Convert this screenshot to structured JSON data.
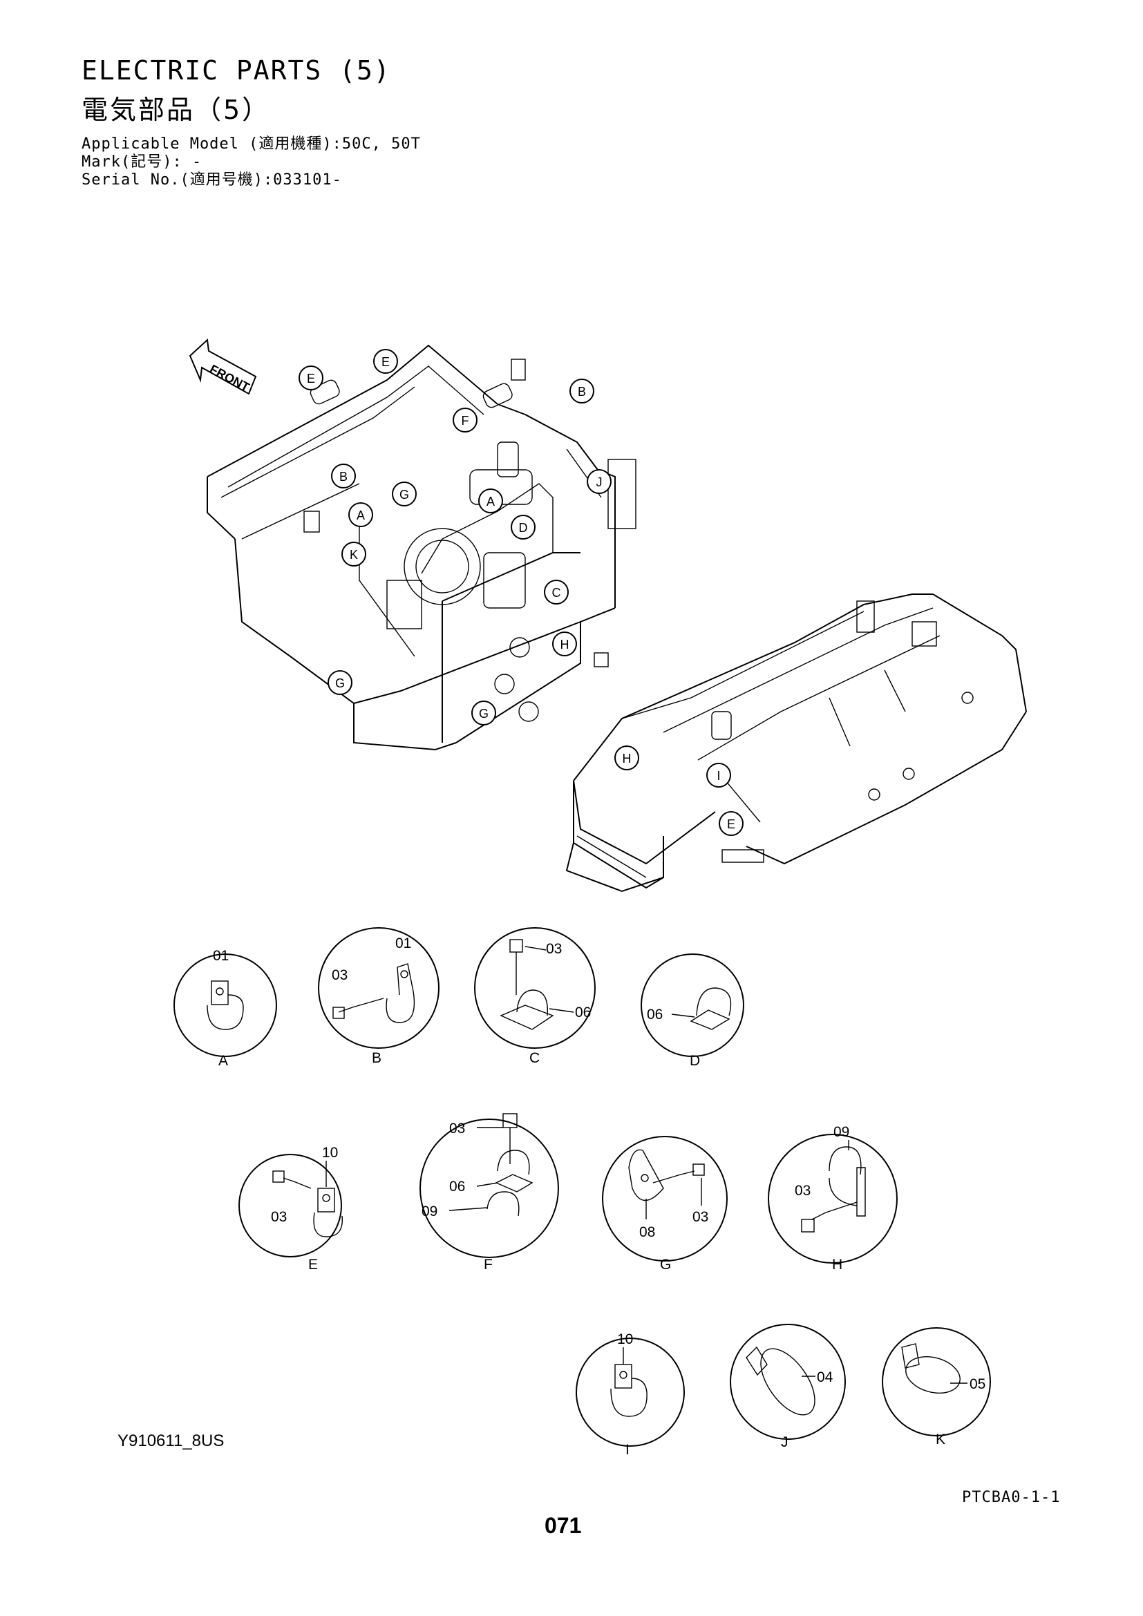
{
  "header": {
    "title_en": "ELECTRIC PARTS (5)",
    "title_jp": "電気部品（5）",
    "applicable_model": "Applicable Model (適用機種):50C, 50T",
    "mark": "Mark(記号): -",
    "serial_no": "Serial No.(適用号機):033101-"
  },
  "diagram": {
    "front_label": "FRONT",
    "callouts_frame1": [
      "E",
      "E",
      "B",
      "F",
      "B",
      "J",
      "G",
      "A",
      "A",
      "D",
      "K",
      "C",
      "H",
      "G",
      "G"
    ],
    "callouts_frame2": [
      "H",
      "I",
      "E"
    ]
  },
  "details": [
    {
      "letter": "A",
      "parts": [
        "01"
      ]
    },
    {
      "letter": "B",
      "parts": [
        "01",
        "03"
      ]
    },
    {
      "letter": "C",
      "parts": [
        "03",
        "06"
      ]
    },
    {
      "letter": "D",
      "parts": [
        "06"
      ]
    },
    {
      "letter": "E",
      "parts": [
        "10",
        "03"
      ]
    },
    {
      "letter": "F",
      "parts": [
        "03",
        "06",
        "09"
      ]
    },
    {
      "letter": "G",
      "parts": [
        "08",
        "03"
      ]
    },
    {
      "letter": "H",
      "parts": [
        "09",
        "03"
      ]
    },
    {
      "letter": "I",
      "parts": [
        "10"
      ]
    },
    {
      "letter": "J",
      "parts": [
        "04"
      ]
    },
    {
      "letter": "K",
      "parts": [
        "05"
      ]
    }
  ],
  "footer": {
    "drawing_id": "Y910611_8US",
    "catalog_code": "PTCBA0-1-1",
    "page_number": "071"
  }
}
